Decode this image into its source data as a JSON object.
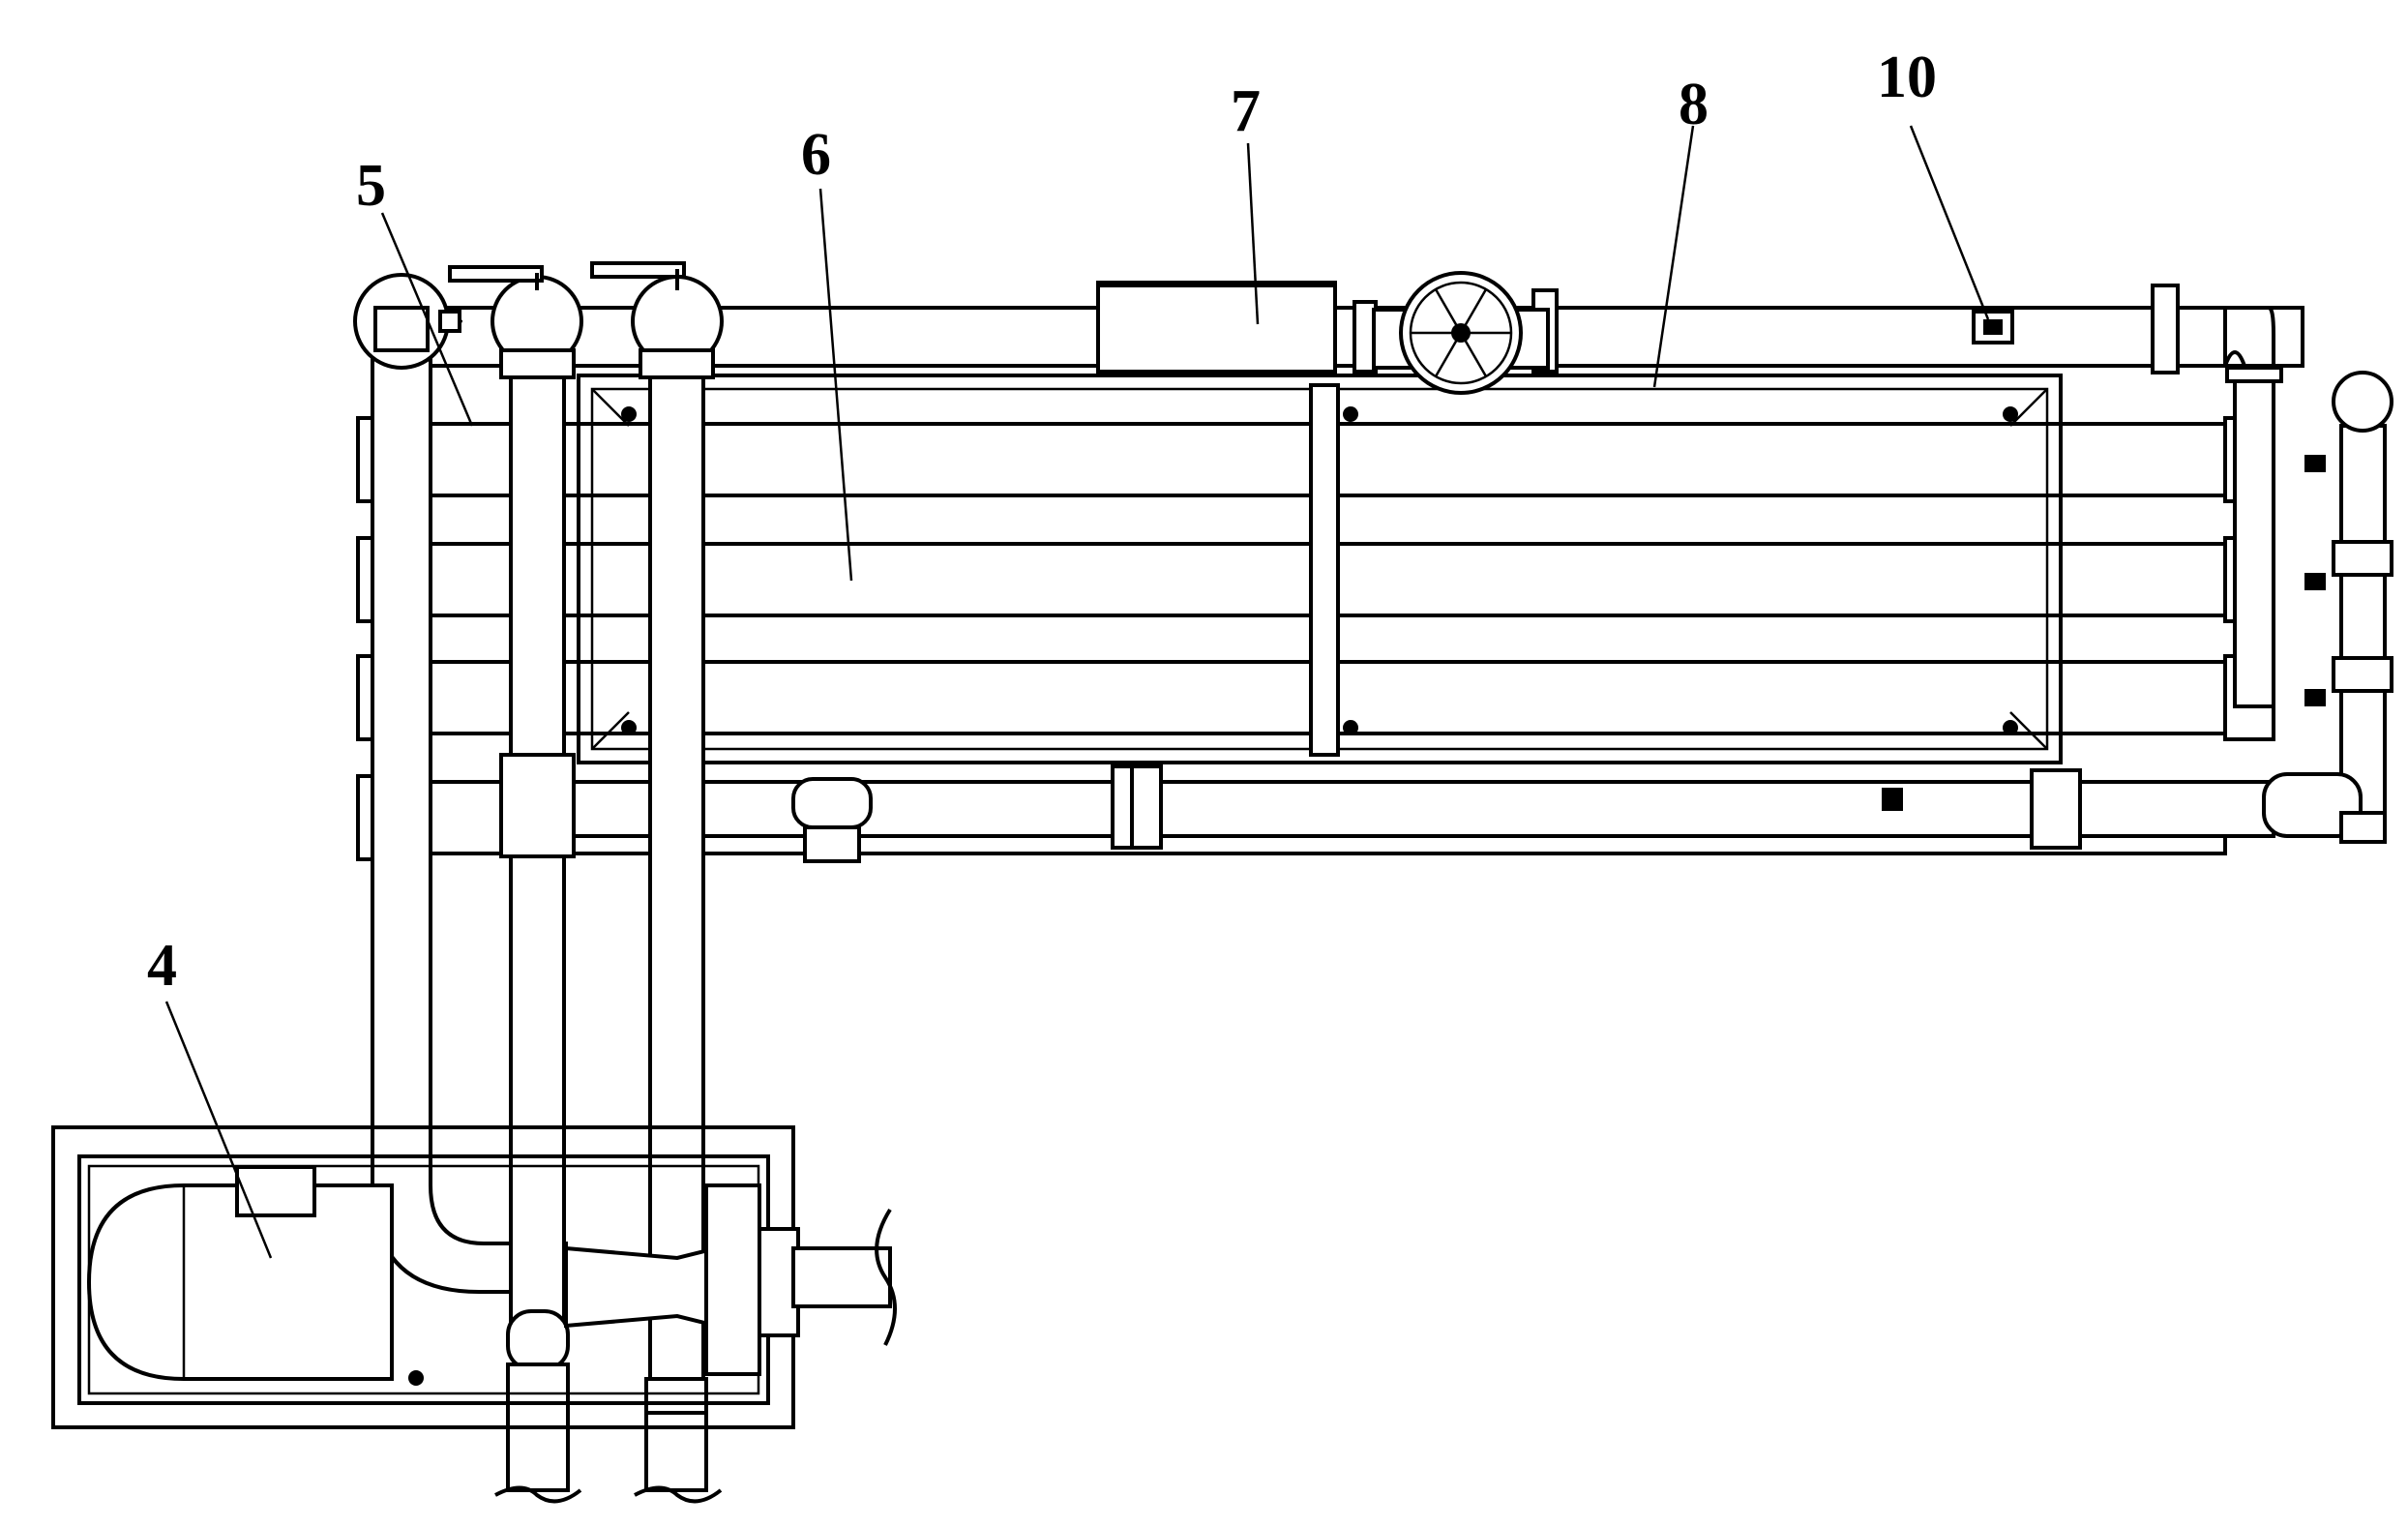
{
  "labels": {
    "l4": "4",
    "l5": "5",
    "l6": "6",
    "l7": "7",
    "l8": "8",
    "l10": "10"
  }
}
